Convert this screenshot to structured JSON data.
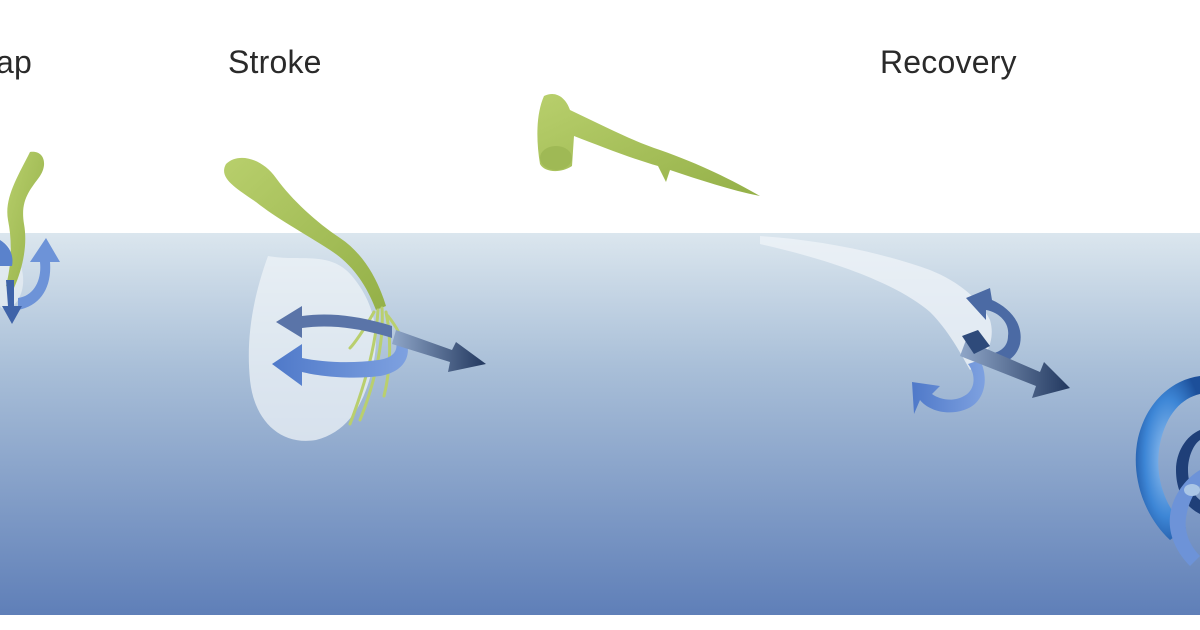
{
  "phases": {
    "flap": "ap",
    "stroke": "Stroke",
    "recovery": "Recovery"
  },
  "colors": {
    "water_top": "#cfdde8",
    "water_bottom": "#5f7fb8",
    "wing": "#a9c35a",
    "arrow_light": "#6a8fd6",
    "arrow_dark": "#2e4a7a",
    "vortex": "#3a7fd0"
  }
}
